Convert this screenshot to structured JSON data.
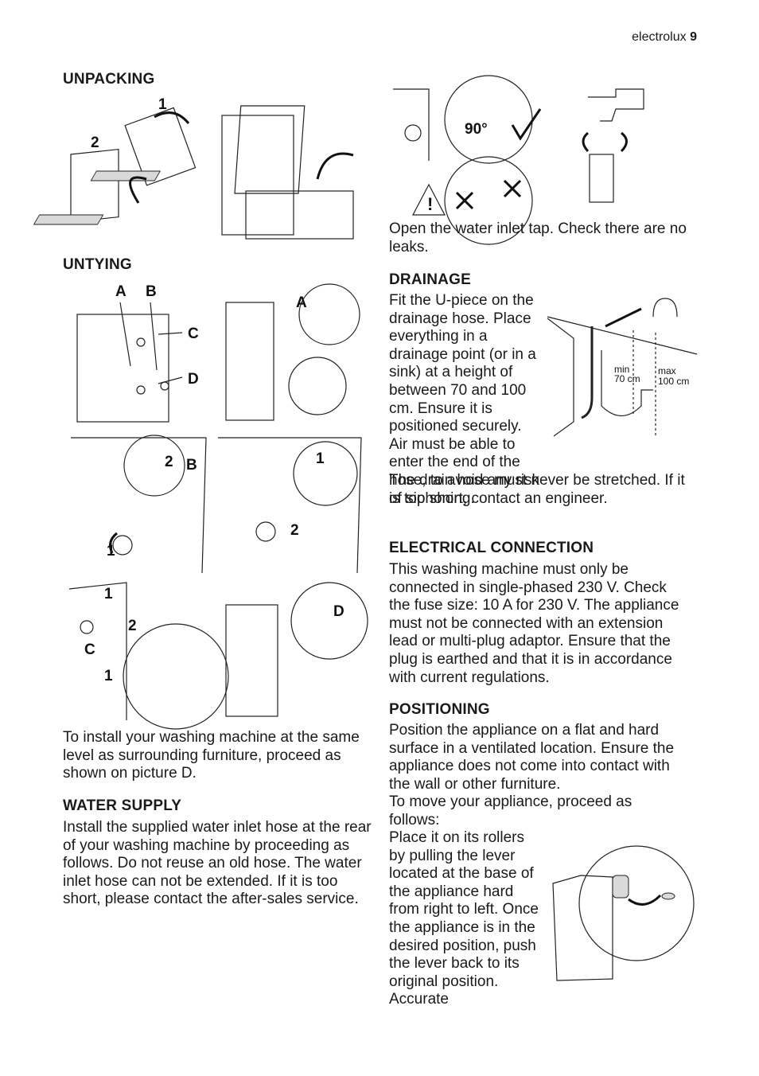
{
  "header": {
    "brand": "electrolux",
    "page_number": "9"
  },
  "sections": {
    "unpacking": {
      "title": "UNPACKING",
      "labels": [
        "1",
        "2"
      ]
    },
    "untying": {
      "title": "UNTYING",
      "labels": {
        "a": "A",
        "b": "B",
        "c": "C",
        "d": "D",
        "n1": "1",
        "n2": "2"
      },
      "caption": "To install your washing machine at the same level as surrounding furniture, proceed as shown on picture D."
    },
    "water_supply": {
      "title": "WATER SUPPLY",
      "body": "Install the supplied water inlet hose at the rear of your washing machine by proceeding as follows. Do not reuse an old hose. The water inlet hose can not be extended. If it is too short, please contact the after-sales service.",
      "figure_label": "90°",
      "caption": "Open the water inlet tap. Check there are no leaks."
    },
    "drainage": {
      "title": "DRAINAGE",
      "body": "Fit the U-piece on the drainage hose. Place everything in a drainage point (or in a sink) at a height of between 70 and 100 cm. Ensure it is positioned securely. Air must be able to enter the end of the hose, to avoid any risk of siphoning.",
      "body2": "The drain hose must never be stretched. If it is too short, contact an engineer.",
      "figure": {
        "min_label": "min",
        "min_value": "70 cm",
        "max_label": "max",
        "max_value": "100 cm"
      }
    },
    "electrical": {
      "title": "ELECTRICAL CONNECTION",
      "body": "This washing machine must only be connected in single-phased 230 V. Check the fuse size: 10 A for 230 V. The appliance must not be connected with an extension lead or multi-plug adaptor. Ensure that the plug is earthed and that it is in accordance with current regulations."
    },
    "positioning": {
      "title": "POSITIONING",
      "body": "Position the appliance on a flat and hard surface in a ventilated location. Ensure the appliance does not come into contact with the wall or other furniture.",
      "body2": "To move your appliance, proceed as follows:",
      "body3": "Place it on its rollers by pulling the lever located at the base of the appliance hard from right to left. Once the appliance is in the desired position, push the lever back to its original position. Accurate"
    }
  }
}
